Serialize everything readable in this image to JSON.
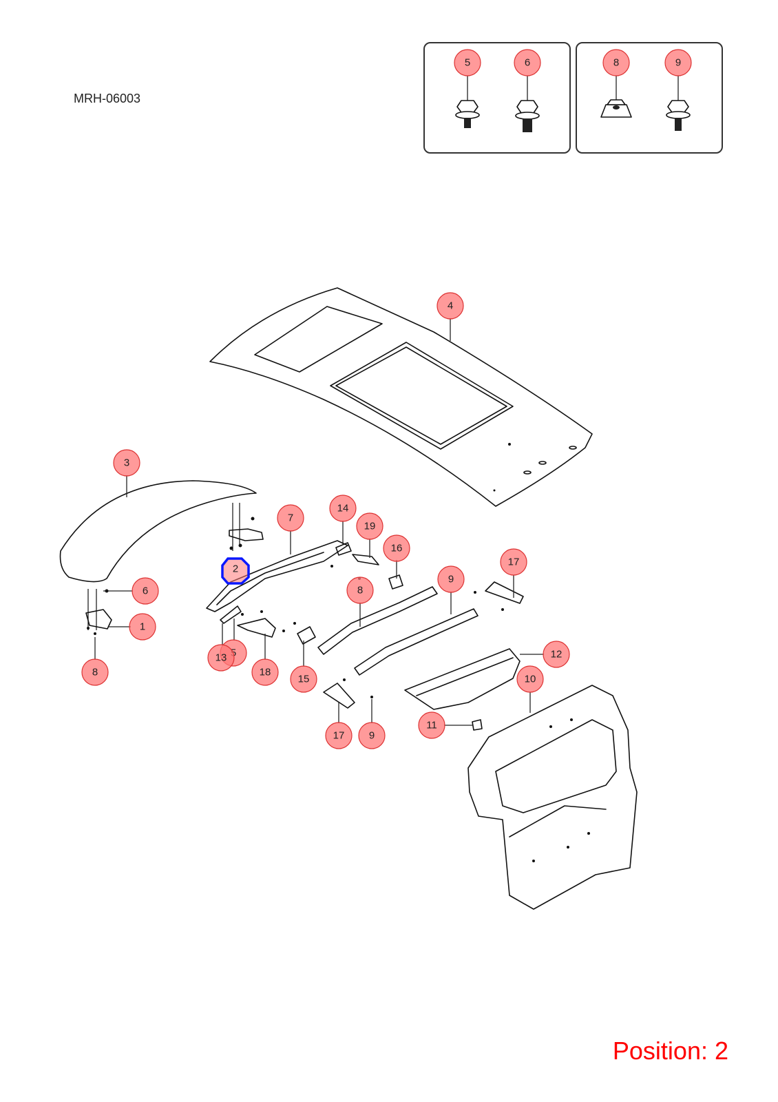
{
  "diagram_code": "MRH-06003",
  "position_text": "Position: 2",
  "highlighted_callout": "2",
  "colors": {
    "callout_fill": "#ff7878",
    "highlight_outline": "#0a18ff",
    "position_text": "#ff0000"
  },
  "insets": [
    {
      "callouts": [
        "5",
        "6"
      ]
    },
    {
      "callouts": [
        "8",
        "9"
      ]
    }
  ],
  "callouts": {
    "c1": "1",
    "c2": "2",
    "c3": "3",
    "c4": "4",
    "c5_inset": "5",
    "c6_inset": "6",
    "c8_inset": "8",
    "c9_inset": "9",
    "c5_main": "5",
    "c6_main": "6",
    "c7": "7",
    "c8_left": "8",
    "c8_mid": "8",
    "c9_mid": "9",
    "c9_low": "9",
    "c10": "10",
    "c11": "11",
    "c12": "12",
    "c13": "13",
    "c14": "14",
    "c15": "15",
    "c16": "16",
    "c17_right": "17",
    "c17_low": "17",
    "c18": "18",
    "c19": "19"
  }
}
